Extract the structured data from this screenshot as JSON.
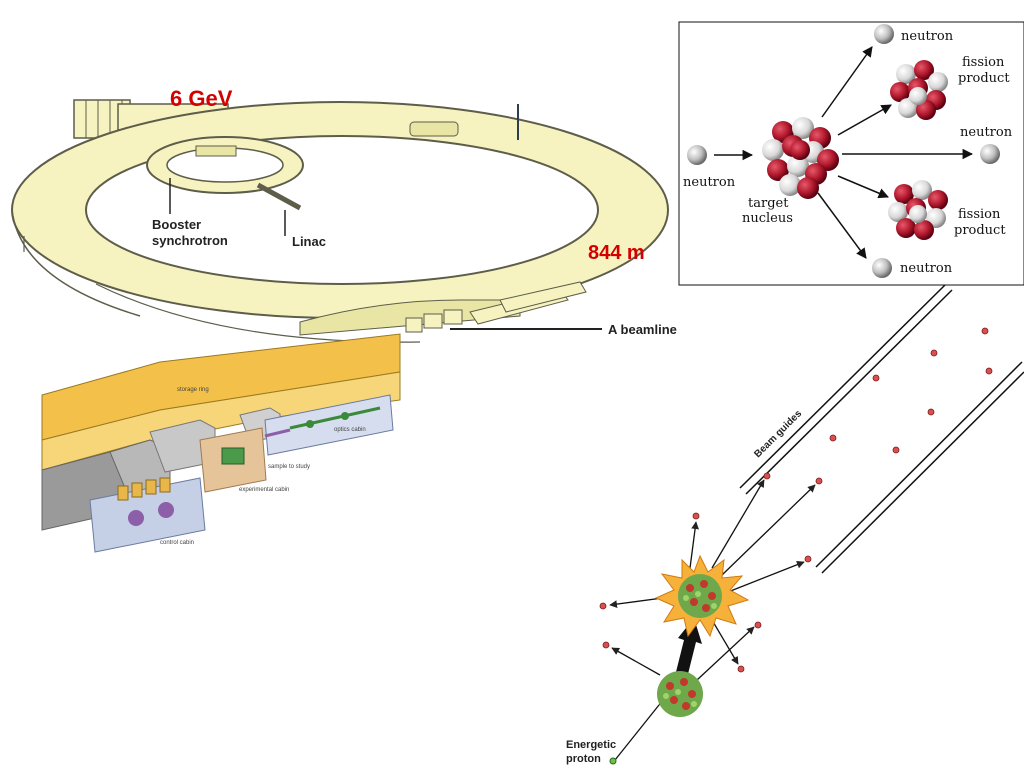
{
  "ring": {
    "energy": "6 GeV",
    "circumference": "844 m",
    "booster": [
      "Booster",
      "synchrotron"
    ],
    "linac": "Linac",
    "beamline": "A beamline"
  },
  "hall": {
    "storage_ring": "storage ring",
    "optics": "optics cabin",
    "sample": "sample to study",
    "experimental": "experimental cabin",
    "control": "control cabin"
  },
  "fission": {
    "neutron_top": "neutron",
    "fission_product_top": [
      "fission",
      "product"
    ],
    "neutron_right": "neutron",
    "neutron_left": "neutron",
    "target": [
      "target",
      "nucleus"
    ],
    "fission_product_bottom": [
      "fission",
      "product"
    ],
    "neutron_bottom": "neutron"
  },
  "spallation": {
    "beam_guides": "Beam guides",
    "proton": [
      "Energetic",
      "proton"
    ]
  },
  "colors": {
    "ring_fill": "#f6f3c0",
    "ring_stroke": "#5d5d4a",
    "accent_red": "#d40000",
    "nucleon_red": "#b0182c",
    "nucleon_white": "#e6e6e6"
  }
}
